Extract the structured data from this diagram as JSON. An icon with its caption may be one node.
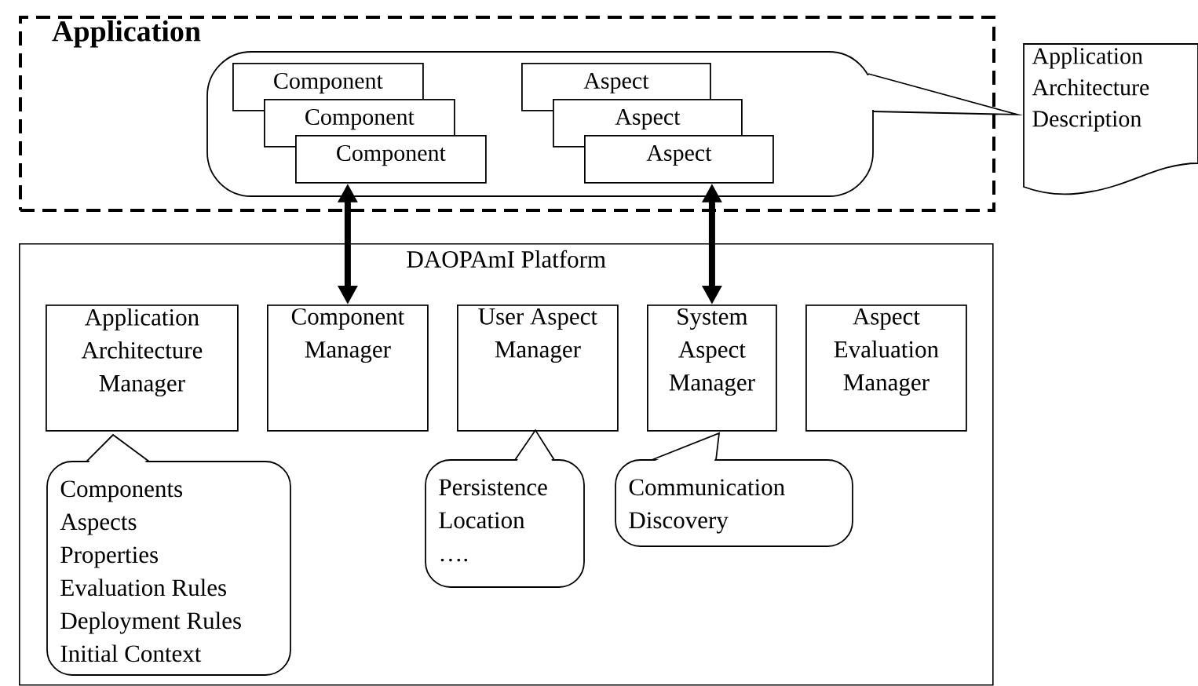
{
  "diagram": {
    "nodes": [
      {
        "text": [
          "Application"
        ]
      },
      {
        "text": [],
        "shape": "callout",
        "in": 0
      },
      {
        "text": [
          "Component"
        ],
        "in": 1
      },
      {
        "text": [
          "Component"
        ],
        "in": 1
      },
      {
        "text": [
          "Component"
        ],
        "in": 1
      },
      {
        "text": [
          "Aspect"
        ],
        "in": 1
      },
      {
        "text": [
          "Aspect"
        ],
        "in": 1
      },
      {
        "text": [
          "Aspect"
        ],
        "in": 1
      },
      {
        "text": [
          "Application Architecture Description"
        ]
      },
      {
        "text": [
          "DAOPAmI Platform"
        ]
      },
      {
        "text": [
          "Application Architecture Manager"
        ],
        "in": 9
      },
      {
        "text": [
          "Component Manager"
        ],
        "in": 9
      },
      {
        "text": [
          "User Aspect Manager"
        ],
        "in": 9
      },
      {
        "text": [
          "System Aspect Manager"
        ],
        "in": 9
      },
      {
        "text": [
          "Aspect Evaluation Manager"
        ],
        "in": 9
      },
      {
        "text": [
          "Components",
          "Aspects",
          "Properties",
          "Evaluation Rules",
          "Deployment Rules",
          "Initial Context"
        ],
        "in": 9
      },
      {
        "text": [
          "Persistence",
          "Location",
          "…."
        ],
        "in": 9
      },
      {
        "text": [
          "Communication",
          "Discovery"
        ],
        "in": 9
      }
    ],
    "edges": [
      {
        "from": 4,
        "to": 11,
        "arrow": "both"
      },
      {
        "from": 7,
        "to": 13,
        "arrow": "both"
      }
    ]
  }
}
